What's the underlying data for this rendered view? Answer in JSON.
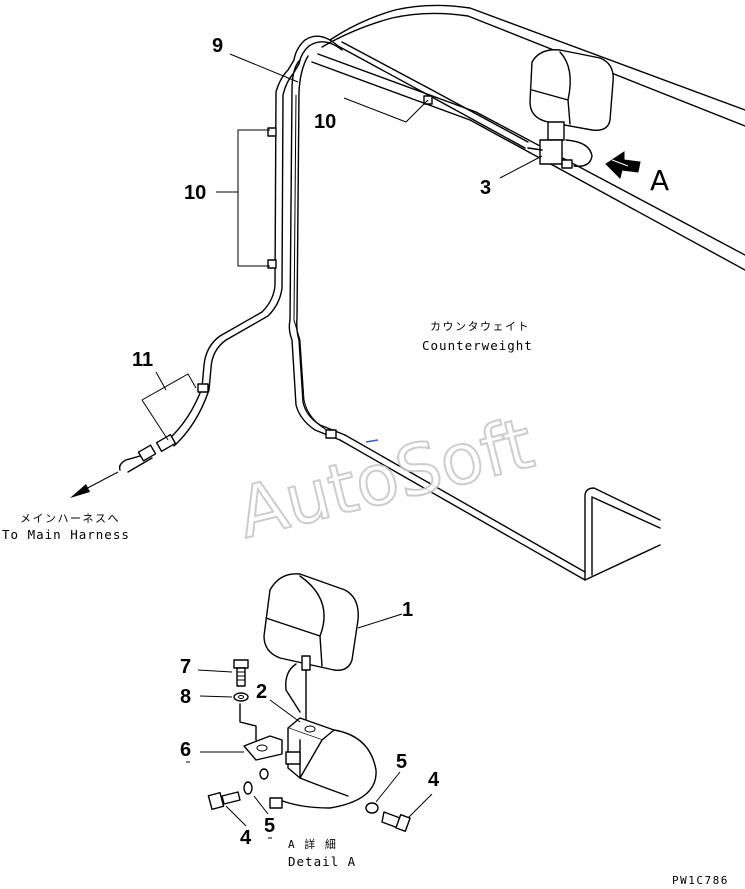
{
  "callouts": {
    "c1": "1",
    "c2": "2",
    "c3": "3",
    "c4a": "4",
    "c4b": "4",
    "c5a": "5",
    "c5b": "5",
    "c6": "6",
    "c7": "7",
    "c8": "8",
    "c9": "9",
    "c10a": "10",
    "c10b": "10",
    "c11": "11"
  },
  "labels": {
    "counterweight_jp": "カウンタウェイト",
    "counterweight_en": "Counterweight",
    "main_harness_jp": "メインハーネスへ",
    "main_harness_en": "To Main Harness",
    "view_a": "A",
    "detail_jp": "A 詳 細",
    "detail_en": "Detail A",
    "drawing_code": "PW1C786"
  },
  "watermark": "AutoSoft"
}
